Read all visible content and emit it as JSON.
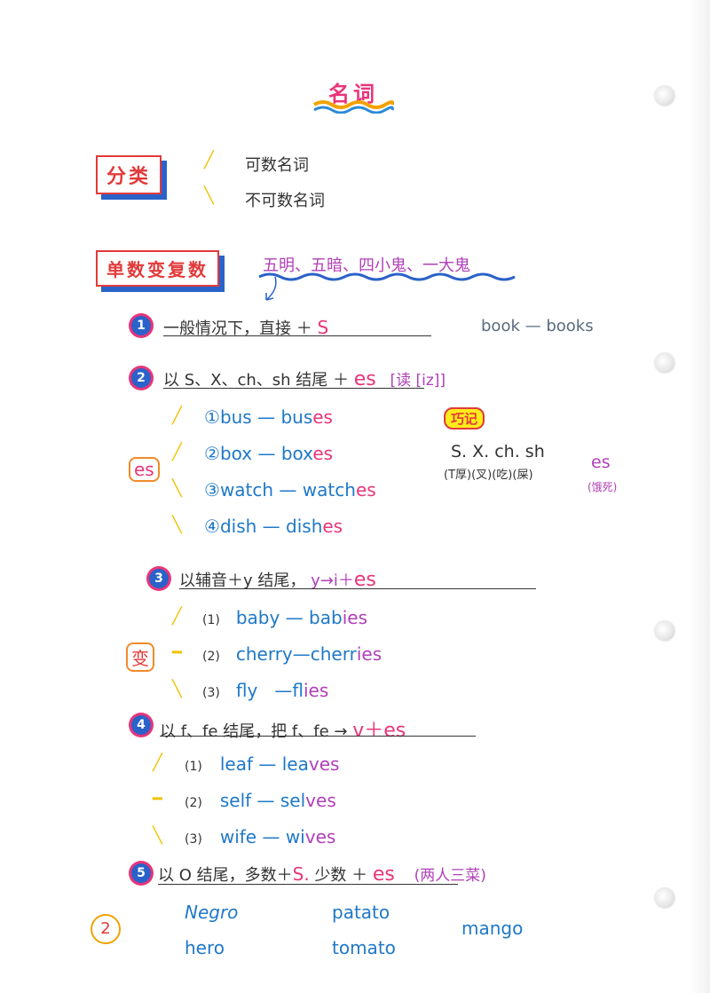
{
  "title": "名词",
  "classification": {
    "label": "分类",
    "items": [
      "可数名词",
      "不可数名词"
    ]
  },
  "plural": {
    "label": "单数变复数",
    "mnemonic": "五明、五暗、四小鬼、一大鬼"
  },
  "rule1": {
    "num": "1",
    "text": "一般情况下，直接 ＋",
    "suffix": "S",
    "example": "book — books"
  },
  "rule2": {
    "num": "2",
    "text": "以 S、X、ch、sh 结尾 ＋",
    "suffix": "es",
    "note": "[读 [iz]]",
    "side": "es",
    "examples": [
      {
        "n": "①",
        "base": "bus",
        "plural_stem": "bus",
        "plural_end": "es"
      },
      {
        "n": "②",
        "base": "box",
        "plural_stem": "box",
        "plural_end": "es"
      },
      {
        "n": "③",
        "base": "watch",
        "plural_stem": "watch",
        "plural_end": "es"
      },
      {
        "n": "④",
        "base": "dish",
        "plural_stem": "dish",
        "plural_end": "es"
      }
    ],
    "trick_label": "巧记",
    "trick_letters": "S. X. ch. sh",
    "trick_words": "(T厚)(叉)(吃)(屎)",
    "trick_es": "es",
    "trick_es_note": "(饿死)"
  },
  "rule3": {
    "num": "3",
    "text": "以辅音＋y 结尾，",
    "transform": "y→i＋",
    "suffix": "es",
    "side": "变",
    "examples": [
      {
        "n": "(1)",
        "base": "baby",
        "plural_stem": "bab",
        "plural_end": "ies"
      },
      {
        "n": "(2)",
        "base": "cherry",
        "plural_stem": "cherr",
        "plural_end": "ies"
      },
      {
        "n": "(3)",
        "base": "fly",
        "plural_stem": "fl",
        "plural_end": "ies"
      }
    ]
  },
  "rule4": {
    "num": "4",
    "text": "以 f、fe 结尾，把 f、fe →",
    "suffix": "v＋es",
    "examples": [
      {
        "n": "(1)",
        "base": "leaf",
        "plural_stem": "lea",
        "plural_end": "ves"
      },
      {
        "n": "(2)",
        "base": "self",
        "plural_stem": "sel",
        "plural_end": "ves"
      },
      {
        "n": "(3)",
        "base": "wife",
        "plural_stem": "wi",
        "plural_end": "ves"
      }
    ]
  },
  "rule5": {
    "num": "5",
    "text": "以 O 结尾，多数＋",
    "s": "S.",
    "text2": "少数 ＋",
    "suffix": "es",
    "note": "(两人三菜)",
    "side": "2",
    "words": [
      "Negro",
      "hero",
      "patato",
      "tomato",
      "mango"
    ]
  },
  "colors": {
    "pink": "#e8357a",
    "blue": "#1f78c8",
    "purple": "#b040b8",
    "yellow": "#f2c200",
    "box_red": "#e23a3a",
    "shadow_blue": "#2a62c9"
  }
}
